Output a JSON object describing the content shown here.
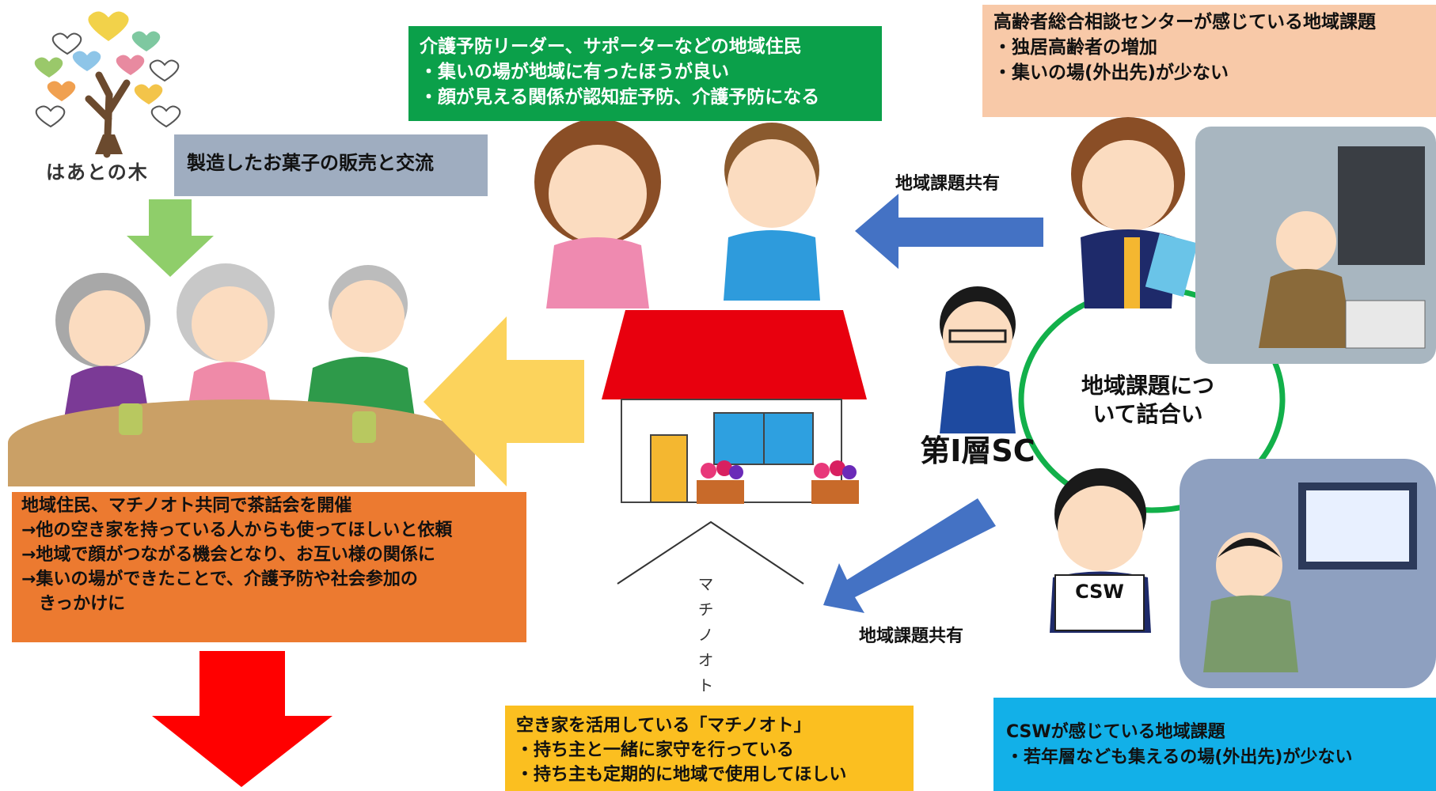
{
  "tree_logo": {
    "caption": "はあとの木"
  },
  "boxes": {
    "green": {
      "lines": [
        "介護予防リーダー、サポーターなどの地域住民",
        "・集いの場が地域に有ったほうが良い",
        "・顔が見える関係が認知症予防、介護予防になる"
      ],
      "color": "#0ba04a"
    },
    "peach": {
      "lines": [
        "高齢者総合相談センターが感じている地域課題",
        "・独居高齢者の増加",
        "・集いの場(外出先)が少ない"
      ],
      "color": "#f8c9a8"
    },
    "grey": {
      "lines": [
        "製造したお菓子の販売と交流"
      ],
      "color": "#9fadc0"
    },
    "orange": {
      "lines": [
        "地域住民、マチノオト共同で茶話会を開催",
        "→他の空き家を持っている人からも使ってほしいと依頼",
        "→地域で顔がつながる機会となり、お互い様の関係に",
        "→集いの場ができたことで、介護予防や社会参加の",
        "　きっかけに"
      ],
      "color": "#ec7a30"
    },
    "yellow": {
      "lines": [
        "空き家を活用している「マチノオト」",
        "・持ち主と一緒に家守を行っている",
        "・持ち主も定期的に地域で使用してほしい"
      ],
      "color": "#fbbf20"
    },
    "blue": {
      "lines": [
        "CSWが感じている地域課題",
        "・若年層なども集えるの場(外出先)が少ない"
      ],
      "color": "#12b0e8"
    }
  },
  "labels": {
    "share_top": "地域課題共有",
    "share_bottom": "地域課題共有",
    "discuss": "地域課題について話合い",
    "sc": "第Ⅰ層SC",
    "machinooto_vertical": "マチノオト",
    "csw_sign": "CSW"
  },
  "colors": {
    "arrow_blue": "#4472c4",
    "arrow_green": "#8fce6a",
    "arrow_yellow": "#fcd35c",
    "arrow_red": "#ff0000",
    "circle_green": "#12b04a",
    "roof_red": "#e8000e"
  }
}
